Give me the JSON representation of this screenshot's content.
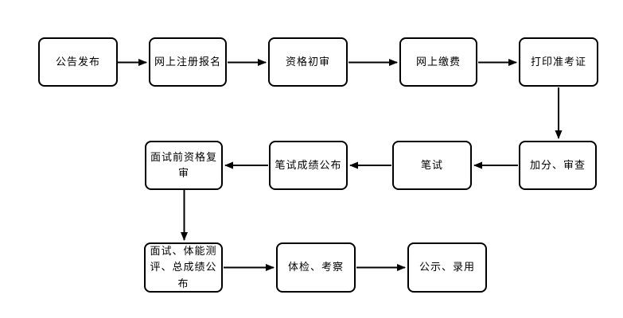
{
  "flowchart": {
    "description": "recruitment exam process flowchart",
    "colors": {
      "background": "#ffffff",
      "box_fill": "#ffffff",
      "line": "#000000",
      "text": "#000000"
    },
    "nodes": [
      {
        "id": "announcement-release",
        "label": "公告发布"
      },
      {
        "id": "online-registration",
        "label": "网上注册报名"
      },
      {
        "id": "qualification-initial-review",
        "label": "资格初审"
      },
      {
        "id": "online-payment",
        "label": "网上缴费"
      },
      {
        "id": "print-admission-ticket",
        "label": "打印准考证"
      },
      {
        "id": "bonus-points-review",
        "label": "加分、审查"
      },
      {
        "id": "written-exam",
        "label": "笔试"
      },
      {
        "id": "written-exam-results-release",
        "label": "笔试成绩公布"
      },
      {
        "id": "pre-interview-qualification-recheck",
        "label": "面试前资格复\n审"
      },
      {
        "id": "interview-physical-test-total-score",
        "label": "面试、体能测\n评、总成绩公\n布"
      },
      {
        "id": "medical-exam-inspection",
        "label": "体检、考察"
      },
      {
        "id": "publicity-employment",
        "label": "公示、录用"
      }
    ],
    "edges": [
      {
        "from": "announcement-release",
        "to": "online-registration"
      },
      {
        "from": "online-registration",
        "to": "qualification-initial-review"
      },
      {
        "from": "qualification-initial-review",
        "to": "online-payment"
      },
      {
        "from": "online-payment",
        "to": "print-admission-ticket"
      },
      {
        "from": "print-admission-ticket",
        "to": "bonus-points-review"
      },
      {
        "from": "bonus-points-review",
        "to": "written-exam"
      },
      {
        "from": "written-exam",
        "to": "written-exam-results-release"
      },
      {
        "from": "written-exam-results-release",
        "to": "pre-interview-qualification-recheck"
      },
      {
        "from": "pre-interview-qualification-recheck",
        "to": "interview-physical-test-total-score"
      },
      {
        "from": "interview-physical-test-total-score",
        "to": "medical-exam-inspection"
      },
      {
        "from": "medical-exam-inspection",
        "to": "publicity-employment"
      }
    ]
  }
}
